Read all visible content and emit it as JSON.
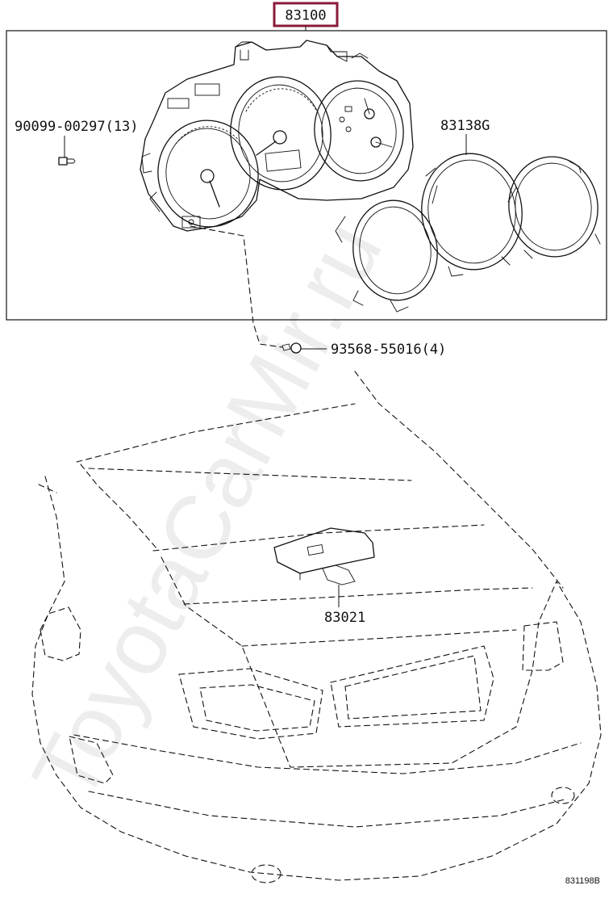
{
  "watermark": "ToyotaCarMir.ru",
  "main_part": {
    "number": "83100",
    "frame_color": "#8b1a3a"
  },
  "labels": {
    "screw_top": "90099-00297(13)",
    "ring_set": "83138G",
    "screw_bottom": "93568-55016(4)",
    "stop_lamp": "83021",
    "figure_code": "831198B"
  }
}
